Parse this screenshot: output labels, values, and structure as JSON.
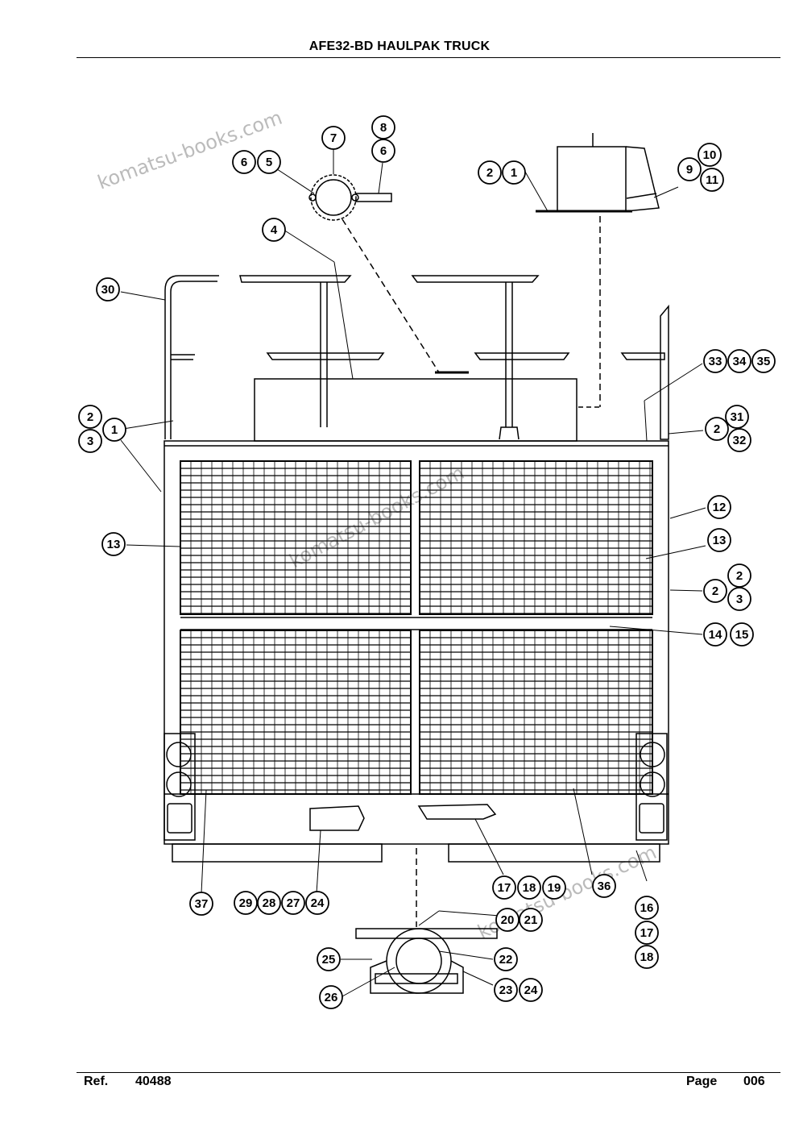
{
  "header": {
    "title": "AFE32-BD HAULPAK TRUCK"
  },
  "footer": {
    "ref_label": "Ref.",
    "ref_number": "40488",
    "page_label": "Page",
    "page_number": "006"
  },
  "watermark": {
    "text": "komatsu-books.com"
  },
  "balloons": [
    "1",
    "2",
    "3",
    "4",
    "5",
    "6",
    "7",
    "8",
    "9",
    "10",
    "11",
    "12",
    "13",
    "14",
    "15",
    "16",
    "17",
    "18",
    "19",
    "20",
    "21",
    "22",
    "23",
    "24",
    "25",
    "26",
    "27",
    "28",
    "29",
    "30",
    "31",
    "32",
    "33",
    "34",
    "35",
    "36",
    "37"
  ]
}
